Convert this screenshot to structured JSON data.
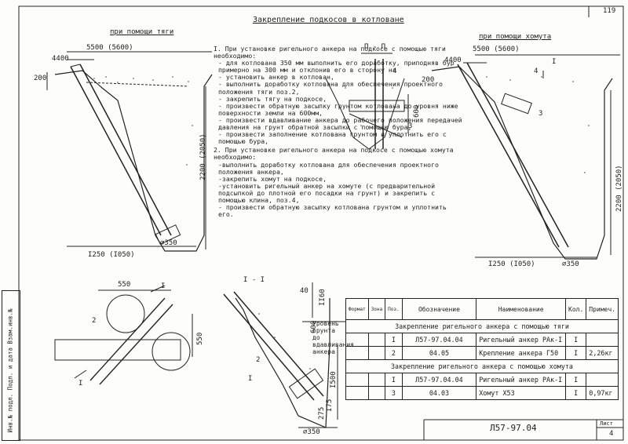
{
  "header": {
    "page_number": "119",
    "title": "Закрепление подкосов в котловане"
  },
  "views": {
    "left_caption": "при помощи тяги",
    "right_caption": "при помощи хомута",
    "section_pp": "П - П",
    "section_11": "I - I",
    "plan_marks": [
      "I",
      "I"
    ]
  },
  "dimensions": {
    "top_width": "5500 (5600)",
    "inner_width": "4400",
    "edge": "200",
    "height": "2200 (2050)",
    "bottom": "I250 (I050)",
    "dia": "∅350",
    "pp_height": "600",
    "plan_550_a": "550",
    "plan_550_b": "550",
    "sec_1160": "II60",
    "sec_40": "40",
    "sec_600": "600",
    "sec_1500": "I500",
    "sec_275": "275",
    "sec_175": "I75",
    "sec_350": "350",
    "level_label": "Уровень грунта до вдавливания анкера"
  },
  "callouts": {
    "one": "I",
    "two": "2",
    "three": "3",
    "four": "4"
  },
  "notes": {
    "h1": "I. При установке ригельного анкера на подкосе с помощью тяги необходимо:",
    "items1": [
      "- для котлована  350 мм выполнить его доработку, приподняв бур примерно на 300 мм и отклонив его в сторону на",
      "- установить анкер в котлован,",
      "- выполнить доработку котлована для обеспечения проектного положения тяги поз.2,",
      "- закрепить тягу на подкосе,",
      "- произвести обратную засыпку грунтом котлована до уровня ниже поверхности земли на 600мм,",
      "- произвести вдавливание анкера до рабочего положения передачей давления на грунт обратной засыпки с помощью бура,",
      "- произвести заполнение котлована грунтом и уплотнить его с помощью бура,"
    ],
    "h2": "2. При установке ригельного анкера на подкосе с помощью хомута необходимо:",
    "items2": [
      "-выполнить доработку котлована для обеспечения проектного положения анкера,",
      "-закрепить хомут на подкосе,",
      "-установить ригельный анкер на хомуте (с предварительной подсыпкой до плотной его посадки на грунт) и закрепить с помощью клина, поз.4,",
      "- произвести обратную засыпку котлована грунтом и уплотнить его."
    ]
  },
  "spec_table": {
    "headers": [
      "Формат",
      "Зона",
      "Поз.",
      "Обозначение",
      "Наименование",
      "Кол.",
      "Примеч."
    ],
    "group1": "Закрепление ригельного анкера с помощью тяги",
    "rows1": [
      {
        "pos": "I",
        "code": "Л57-97.04.04",
        "name": "Ригельный анкер РАк-I",
        "qty": "I",
        "note": ""
      },
      {
        "pos": "2",
        "code": "04.05",
        "name": "Крепление анкера Г50",
        "qty": "I",
        "note": "2,26кг"
      }
    ],
    "group2": "Закрепление ригельного анкера с помощью хомута",
    "rows2": [
      {
        "pos": "I",
        "code": "Л57-97.04.04",
        "name": "Ригельный анкер РАк-I",
        "qty": "I",
        "note": ""
      },
      {
        "pos": "3",
        "code": "04.03",
        "name": "Хомут Х53",
        "qty": "I",
        "note": "0,97кг"
      }
    ]
  },
  "title_block": {
    "code": "Л57-97.04",
    "sheet_label": "Лист",
    "sheet_num": "4"
  },
  "stamp": {
    "text": "Инв.№ подл. Подп. и дата Взам.инв.№"
  }
}
